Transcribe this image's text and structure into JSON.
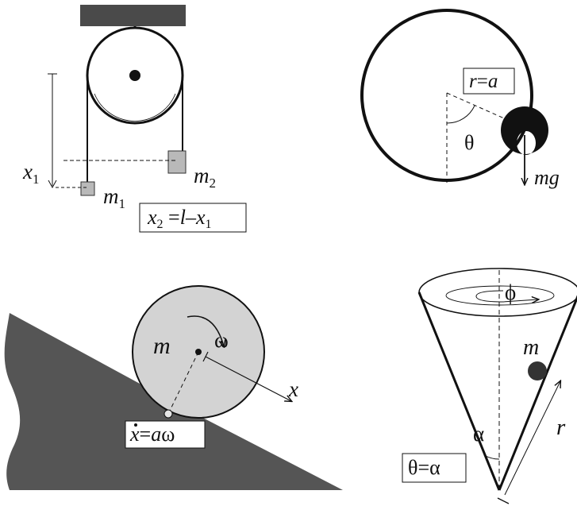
{
  "colors": {
    "ink": "#111111",
    "light_fill": "#d3d3d3",
    "dark_fill": "#555555",
    "ceiling": "#4a4a4a"
  },
  "panels": {
    "pulley": {
      "label_x": "x",
      "label_x_sub": "1",
      "label_m1": "m",
      "label_m1_sub": "1",
      "label_m2": "m",
      "label_m2_sub": "2",
      "constraint_x2": "x",
      "constraint_x2_sub": "2",
      "constraint_eq": " =",
      "constraint_l": "l",
      "constraint_minus": "–",
      "constraint_x1": "x",
      "constraint_x1_sub": "1"
    },
    "hoop": {
      "constraint_r": "r",
      "constraint_eq": "=",
      "constraint_a": "a",
      "angle": "θ",
      "weight": "mg"
    },
    "incline": {
      "mass": "m",
      "omega": "ω",
      "axis_x": "x",
      "constraint_xdot": "x",
      "constraint_eq": "=",
      "constraint_a": "a",
      "constraint_omega": "ω"
    },
    "cone": {
      "phi": "ϕ",
      "mass": "m",
      "alpha": "α",
      "r": "r",
      "constraint": "θ=α"
    }
  }
}
